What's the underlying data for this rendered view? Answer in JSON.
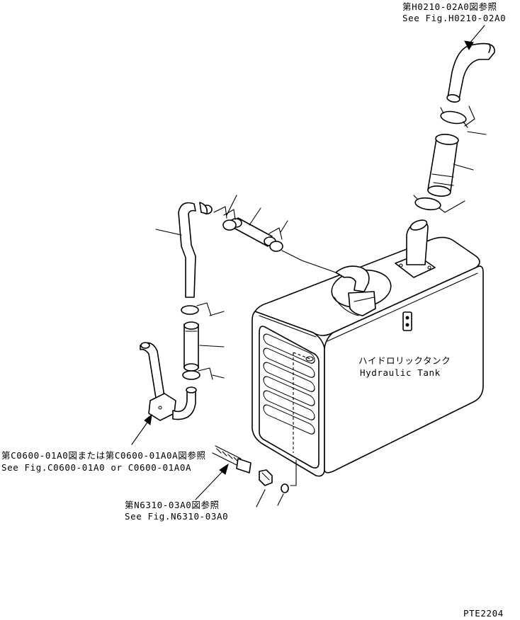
{
  "refs": {
    "top_right": {
      "jp": "第H0210-02A0図参照",
      "en": "See Fig.H0210-02A0"
    },
    "left": {
      "jp": "第C0600-01A0図または第C0600-01A0A図参照",
      "en": "See Fig.C0600-01A0 or C0600-01A0A"
    },
    "bottom": {
      "jp": "第N6310-03A0図参照",
      "en": "See Fig.N6310-03A0"
    }
  },
  "tank_label": {
    "jp": "ハイドロリックタンク",
    "en": "Hydraulic Tank"
  },
  "drawing_code": "PTE2204"
}
